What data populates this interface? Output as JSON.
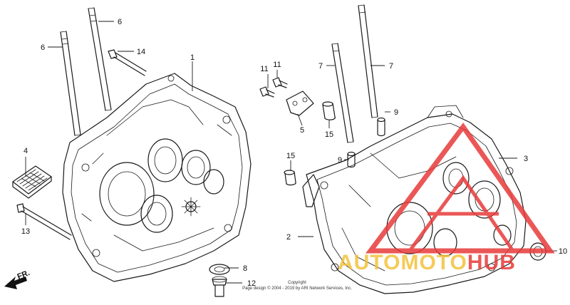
{
  "diagram": {
    "part_labels": [
      {
        "id": "label-1",
        "text": "1"
      },
      {
        "id": "label-2",
        "text": "2"
      },
      {
        "id": "label-3",
        "text": "3"
      },
      {
        "id": "label-4",
        "text": "4"
      },
      {
        "id": "label-5",
        "text": "5"
      },
      {
        "id": "label-6a",
        "text": "6"
      },
      {
        "id": "label-6b",
        "text": "6"
      },
      {
        "id": "label-7a",
        "text": "7"
      },
      {
        "id": "label-7b",
        "text": "7"
      },
      {
        "id": "label-8",
        "text": "8"
      },
      {
        "id": "label-9a",
        "text": "9"
      },
      {
        "id": "label-9b",
        "text": "9"
      },
      {
        "id": "label-10",
        "text": "10"
      },
      {
        "id": "label-11a",
        "text": "11"
      },
      {
        "id": "label-11b",
        "text": "11"
      },
      {
        "id": "label-12",
        "text": "12"
      },
      {
        "id": "label-13",
        "text": "13"
      },
      {
        "id": "label-14",
        "text": "14"
      },
      {
        "id": "label-15a",
        "text": "15"
      },
      {
        "id": "label-15b",
        "text": "15"
      }
    ],
    "direction_label": "FR.",
    "copyright": {
      "line1": "Copyright",
      "line2": "Page design © 2004 - 2019 by ARI Network Services, Inc."
    }
  },
  "watermark": {
    "text_part1": "AUTOMOTO",
    "text_part2": "HUB",
    "colors": {
      "red": "#e83a3a",
      "yellow": "#f3c23c"
    }
  }
}
